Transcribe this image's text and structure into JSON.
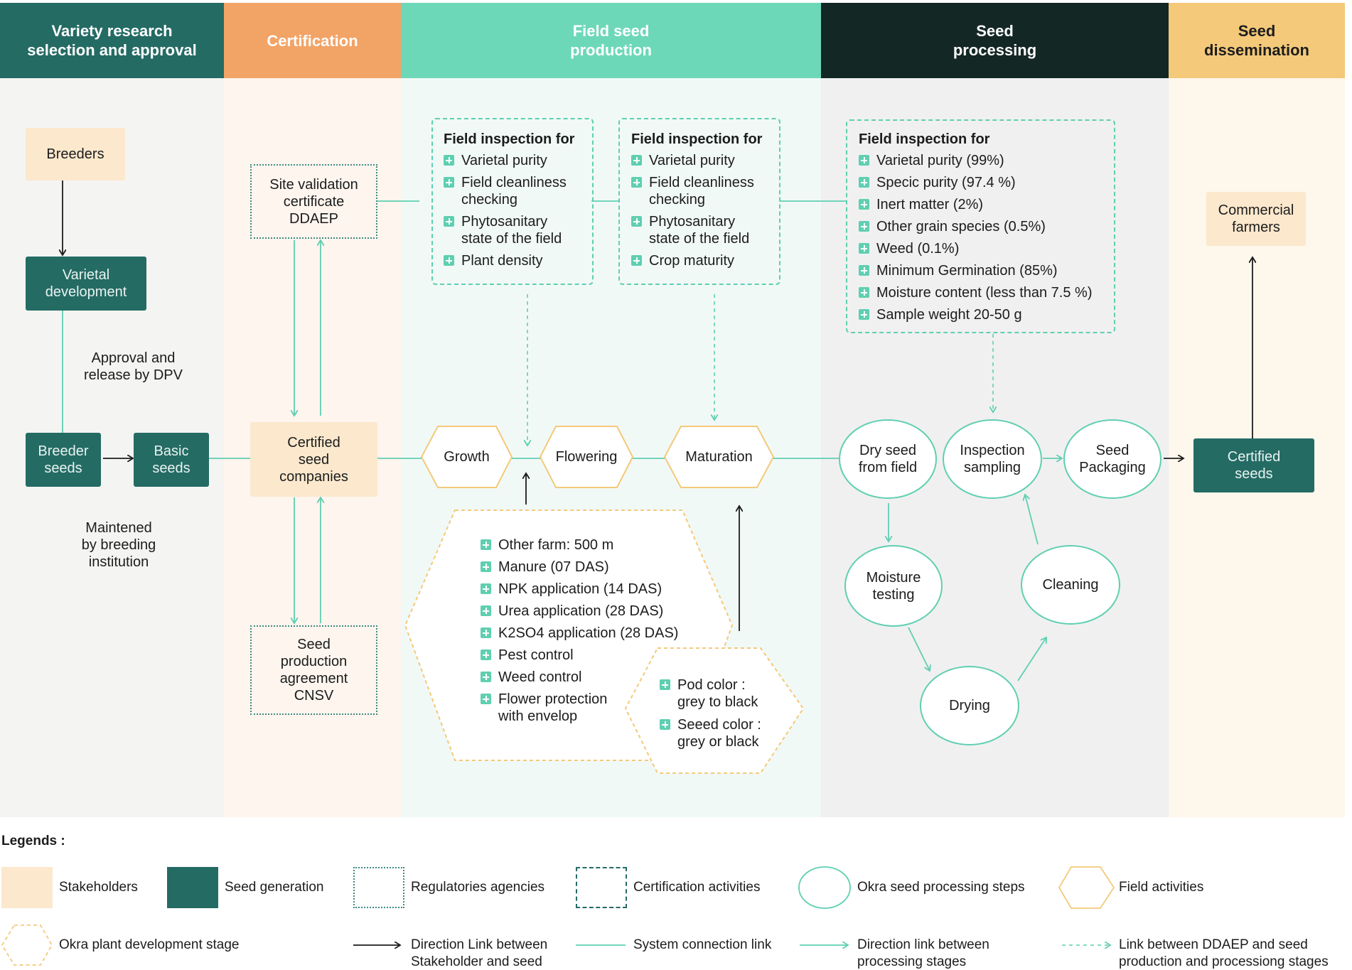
{
  "columns": {
    "variety": "Variety research\nselection and approval",
    "certification": "Certification",
    "field": "Field seed\nproduction",
    "processing": "Seed\nprocessing",
    "dissemination": "Seed\ndissemination"
  },
  "colors": {
    "teal_dark": "#246b64",
    "orange": "#f2a366",
    "mint": "#6dd8b8",
    "black_green": "#132724",
    "yellow": "#f4c97a",
    "accent": "#5fcfb1",
    "stakeholder_fill": "#fbe8cd"
  },
  "nodes": {
    "breeders": "Breeders",
    "varietal_development": "Varietal\ndevelopment",
    "approval": "Approval and\nrelease by DPV",
    "breeder_seeds": "Breeder\nseeds",
    "basic_seeds": "Basic\nseeds",
    "maintained": "Maintened\nby breeding\ninstitution",
    "site_validation": "Site validation\ncertificate\nDDAEP",
    "certified_companies": "Certified\nseed\ncompanies",
    "seed_agreement": "Seed\nproduction\nagreement\nCNSV",
    "growth": "Growth",
    "flowering": "Flowering",
    "maturation": "Maturation",
    "dry_seed": "Dry seed\nfrom field",
    "inspection_sampling": "Inspection\nsampling",
    "seed_packaging": "Seed\nPackaging",
    "moisture_testing": "Moisture\ntesting",
    "cleaning": "Cleaning",
    "drying": "Drying",
    "certified_seeds": "Certified\nseeds",
    "commercial_farmers": "Commercial\nfarmers"
  },
  "inspection_1": {
    "title": "Field inspection for",
    "items": [
      "Varietal purity",
      "Field cleanliness\nchecking",
      "Phytosanitary\nstate of the field",
      "Plant density"
    ]
  },
  "inspection_2": {
    "title": "Field inspection for",
    "items": [
      "Varietal purity",
      "Field cleanliness\nchecking",
      "Phytosanitary\nstate of the field",
      "Crop maturity"
    ]
  },
  "inspection_3": {
    "title": "Field inspection for",
    "items": [
      "Varietal purity (99%)",
      "Specic purity (97.4 %)",
      "Inert matter (2%)",
      "Other grain species (0.5%)",
      "Weed (0.1%)",
      "Minimum Germination (85%)",
      "Moisture content (less than 7.5 %)",
      "Sample weight 20-50 g"
    ]
  },
  "field_activities": [
    "Other farm: 500 m",
    "Manure (07 DAS)",
    "NPK application (14 DAS)",
    "Urea application (28 DAS)",
    "K2SO4 application (28 DAS)",
    "Pest control",
    "Weed control",
    "Flower protection\nwith  envelop"
  ],
  "maturity_activities": [
    "Pod color :\ngrey to black",
    "Seeed color :\ngrey or black"
  ],
  "legend": {
    "title": "Legends :",
    "stakeholders": "Stakeholders",
    "seed_generation": "Seed generation",
    "regulatory": "Regulatories agencies",
    "certification_activities": "Certification activities",
    "processing_steps": "Okra seed processing steps",
    "field_activities": "Field activities",
    "plant_stage": "Okra plant development stage",
    "direction_stakeholder": "Direction Link between\nStakeholder and seed",
    "system_link": "System connection link",
    "direction_processing": "Direction link between\nprocessing stages",
    "ddaep_link": "Link between DDAEP and seed\nproduction and processiong stages"
  }
}
